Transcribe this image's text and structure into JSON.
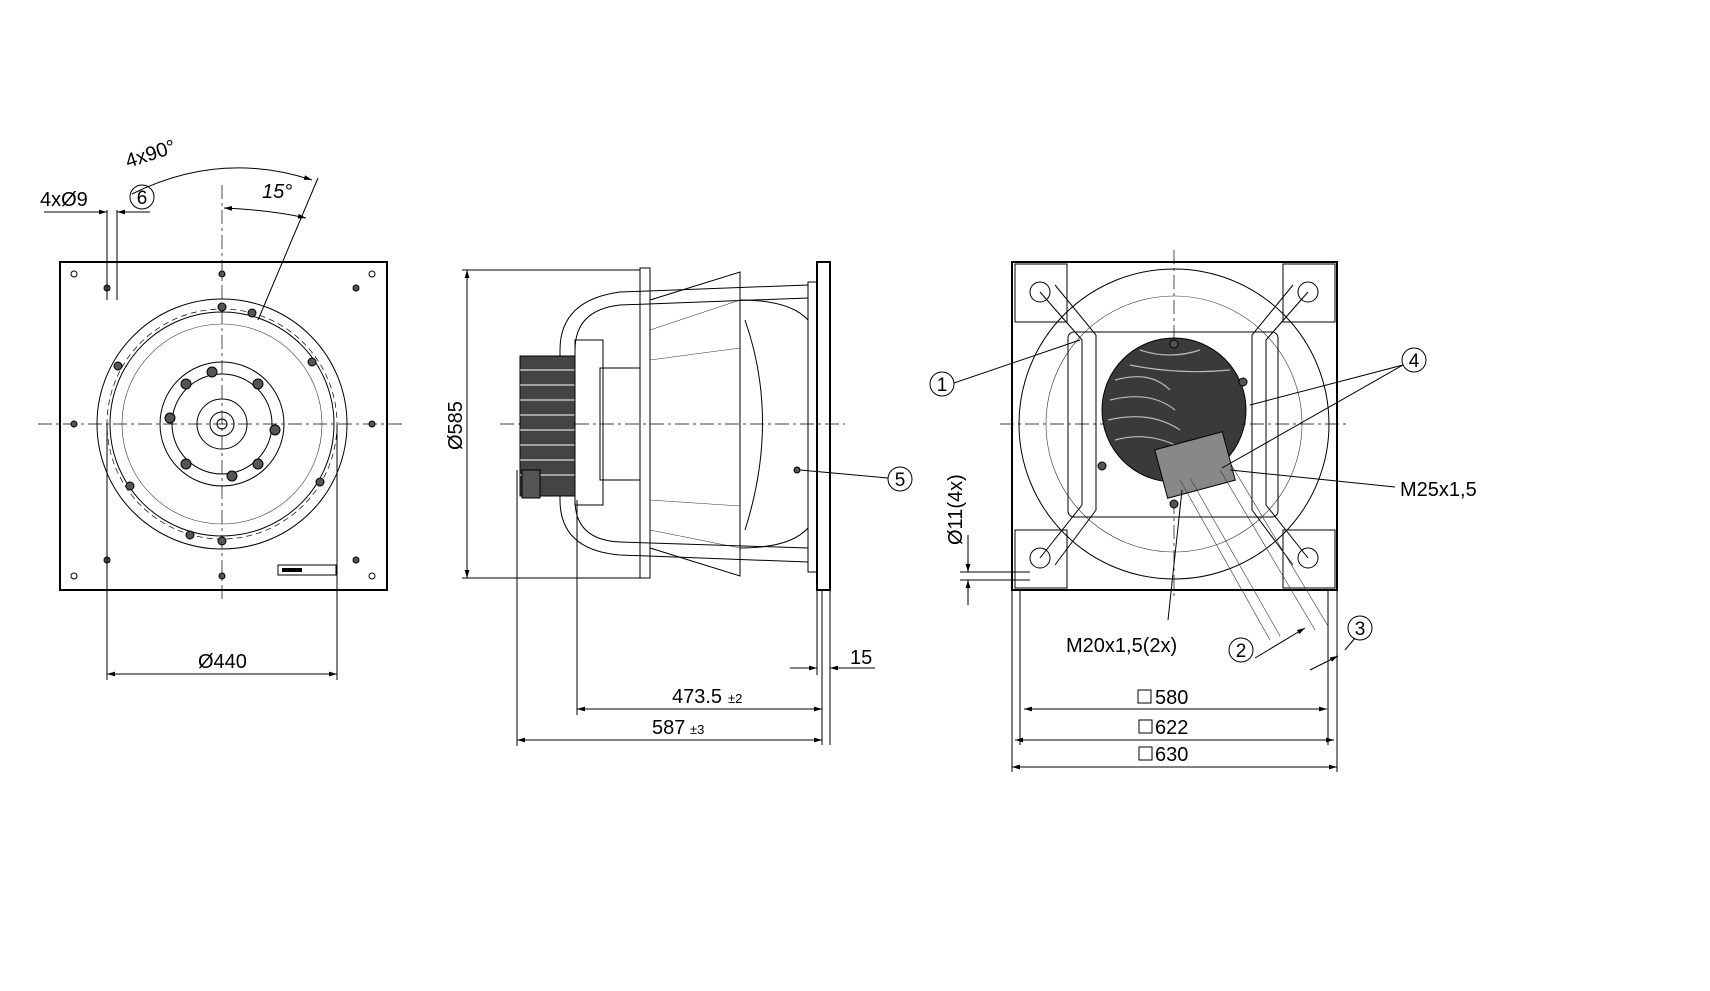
{
  "front_view": {
    "hole_dim": "4xØ9",
    "angle_pattern": "4x90°",
    "angle_offset": "15°",
    "balloon_6": "6",
    "diameter_440": "Ø440"
  },
  "side_view": {
    "diameter_585": "Ø585",
    "balloon_5": "5",
    "dim_15": "15",
    "dim_473": "473.5",
    "tol_473": "±2",
    "dim_587": "587",
    "tol_587": "±3"
  },
  "rear_view": {
    "balloon_1": "1",
    "balloon_2": "2",
    "balloon_3": "3",
    "balloon_4": "4",
    "m25": "M25x1,5",
    "m20": "M20x1,5(2x)",
    "hole_11": "Ø11(4x)",
    "dim_580": "580",
    "dim_622": "622",
    "dim_630": "630"
  }
}
